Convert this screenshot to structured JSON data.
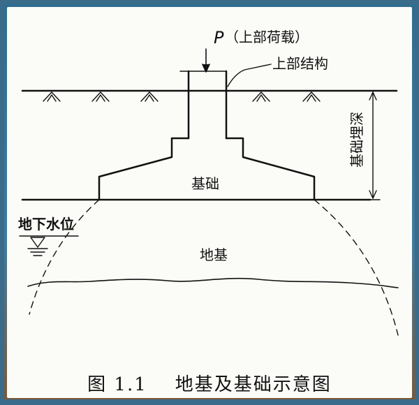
{
  "diagram": {
    "load_symbol": "P",
    "load_label": "（上部荷载）",
    "superstructure_label": "上部结构",
    "depth_label": "基础埋深",
    "foundation_label": "基础",
    "groundwater_label": "地下水位",
    "subgrade_label": "地基"
  },
  "caption": {
    "number": "图 1.1",
    "title": "地基及基础示意图"
  },
  "colors": {
    "background": "#3a6b8a",
    "panel": "#fbfbf8",
    "ink": "#111111"
  }
}
